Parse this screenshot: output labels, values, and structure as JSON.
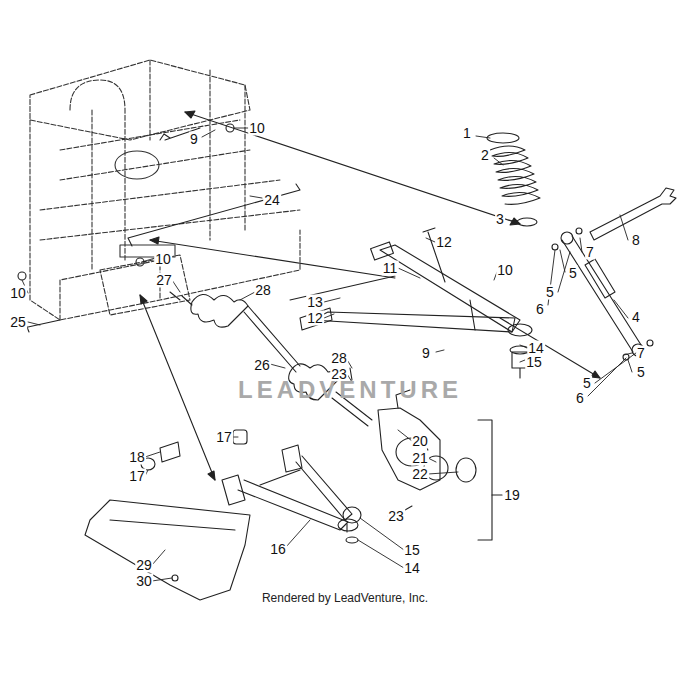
{
  "diagram": {
    "caption": "Rendered by LeadVenture, Inc.",
    "labels": [
      "1",
      "2",
      "3",
      "8",
      "7",
      "5",
      "5",
      "6",
      "4",
      "10",
      "9",
      "24",
      "12",
      "11",
      "10",
      "10",
      "27",
      "28",
      "10",
      "25",
      "13",
      "12",
      "9",
      "14",
      "15",
      "7",
      "5",
      "5",
      "6",
      "26",
      "28",
      "23",
      "20",
      "21",
      "22",
      "19",
      "17",
      "18",
      "17",
      "23",
      "16",
      "15",
      "14",
      "29",
      "30",
      "LEADVENTURE"
    ]
  }
}
